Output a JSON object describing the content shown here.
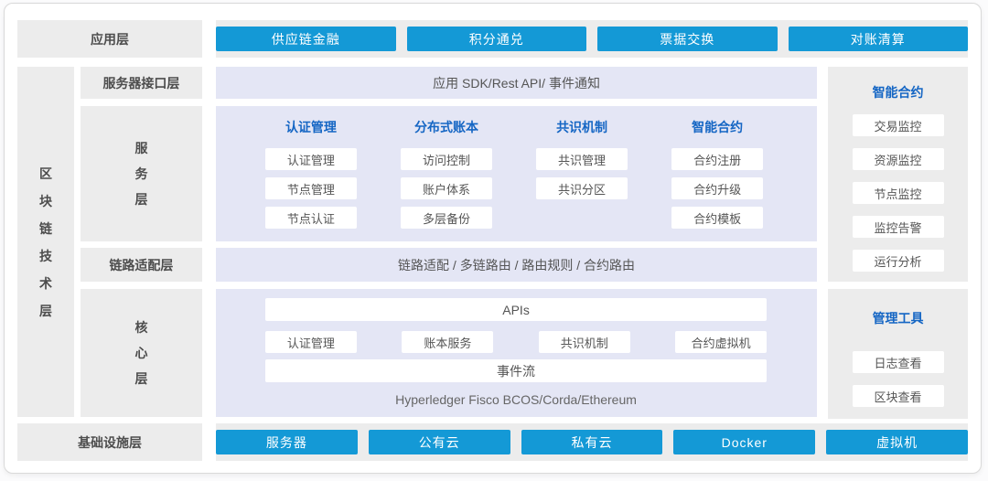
{
  "colors": {
    "accent_blue": "#1499d6",
    "header_blue": "#1566c4",
    "panel_gray": "#ececec",
    "panel_lavender": "#e4e6f5",
    "text_dark": "#4d4d4d",
    "text_item": "#555555"
  },
  "app_layer": {
    "label": "应用层",
    "buttons": [
      "供应链金融",
      "积分通兑",
      "票据交换",
      "对账清算"
    ]
  },
  "tech_layer": {
    "side_label": "区块链技术层",
    "interface_row": {
      "label": "服务器接口层",
      "content": "应用 SDK/Rest API/ 事件通知"
    },
    "service_row": {
      "label": "服务层",
      "columns": [
        {
          "header": "认证管理",
          "items": [
            "认证管理",
            "节点管理",
            "节点认证"
          ]
        },
        {
          "header": "分布式账本",
          "items": [
            "访问控制",
            "账户体系",
            "多层备份"
          ]
        },
        {
          "header": "共识机制",
          "items": [
            "共识管理",
            "共识分区"
          ]
        },
        {
          "header": "智能合约",
          "items": [
            "合约注册",
            "合约升级",
            "合约模板"
          ]
        }
      ]
    },
    "link_row": {
      "label": "链路适配层",
      "content": "链路适配 / 多链路由 / 路由规则 / 合约路由"
    },
    "core_row": {
      "label": "核心层",
      "apis_bar": "APIs",
      "modules": [
        "认证管理",
        "账本服务",
        "共识机制",
        "合约虚拟机"
      ],
      "event_bar": "事件流",
      "platforms": "Hyperledger Fisco BCOS/Corda/Ethereum"
    }
  },
  "right_panels": {
    "monitor": {
      "header": "智能合约",
      "items": [
        "交易监控",
        "资源监控",
        "节点监控",
        "监控告警",
        "运行分析"
      ]
    },
    "tools": {
      "header": "管理工具",
      "items": [
        "日志查看",
        "区块查看"
      ]
    }
  },
  "infra_layer": {
    "label": "基础设施层",
    "buttons": [
      "服务器",
      "公有云",
      "私有云",
      "Docker",
      "虚拟机"
    ]
  }
}
